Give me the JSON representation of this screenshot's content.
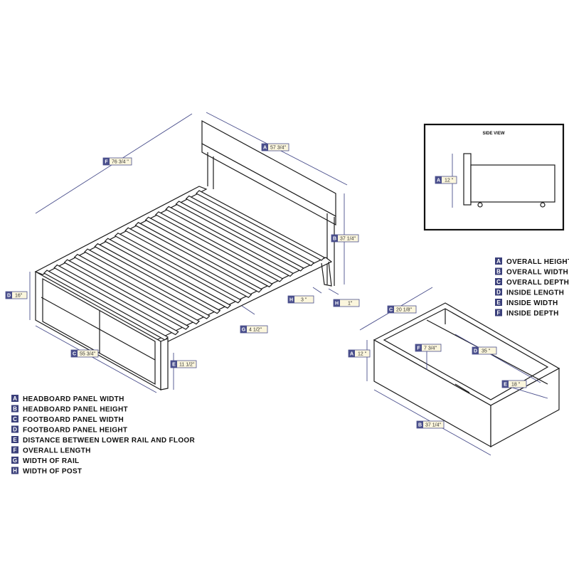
{
  "side_view": {
    "title": "SIDE VIEW"
  },
  "bed_tags": {
    "A": {
      "letter": "A",
      "value": "57 3/4\""
    },
    "B": {
      "letter": "B",
      "value": "37 1/4\""
    },
    "C": {
      "letter": "C",
      "value": "55 3/4\""
    },
    "D": {
      "letter": "D",
      "value": "16\""
    },
    "E": {
      "letter": "E",
      "value": "11 1/2\""
    },
    "F": {
      "letter": "F",
      "value": "76 3/4 \""
    },
    "G": {
      "letter": "G",
      "value": "4 1/2\""
    },
    "H1": {
      "letter": "H",
      "value": "3 \""
    },
    "H2": {
      "letter": "H",
      "value": "1\""
    }
  },
  "drawer_tags": {
    "A": {
      "letter": "A",
      "value": "12 \""
    },
    "C": {
      "letter": "C",
      "value": "20 1/8\""
    },
    "F": {
      "letter": "F",
      "value": "7 3/4\""
    },
    "D": {
      "letter": "D",
      "value": "35 \""
    },
    "E": {
      "letter": "E",
      "value": "18 \""
    },
    "B": {
      "letter": "B",
      "value": "37 1/4\""
    }
  },
  "side_view_tag": {
    "letter": "A",
    "value": "12 \""
  },
  "bed_legend": [
    {
      "letter": "A",
      "label": "HEADBOARD PANEL WIDTH"
    },
    {
      "letter": "B",
      "label": "HEADBOARD PANEL HEIGHT"
    },
    {
      "letter": "C",
      "label": "FOOTBOARD PANEL WIDTH"
    },
    {
      "letter": "D",
      "label": "FOOTBOARD PANEL HEIGHT"
    },
    {
      "letter": "E",
      "label": "DISTANCE BETWEEN LOWER RAIL AND FLOOR"
    },
    {
      "letter": "F",
      "label": "OVERALL LENGTH"
    },
    {
      "letter": "G",
      "label": "WIDTH OF RAIL"
    },
    {
      "letter": "H",
      "label": "WIDTH OF POST"
    }
  ],
  "drawer_legend": [
    {
      "letter": "A",
      "label": "OVERALL HEIGHT"
    },
    {
      "letter": "B",
      "label": "OVERALL WIDTH"
    },
    {
      "letter": "C",
      "label": "OVERALL DEPTH"
    },
    {
      "letter": "D",
      "label": "INSIDE LENGTH"
    },
    {
      "letter": "E",
      "label": "INSIDE WIDTH"
    },
    {
      "letter": "F",
      "label": "INSIDE DEPTH"
    }
  ]
}
